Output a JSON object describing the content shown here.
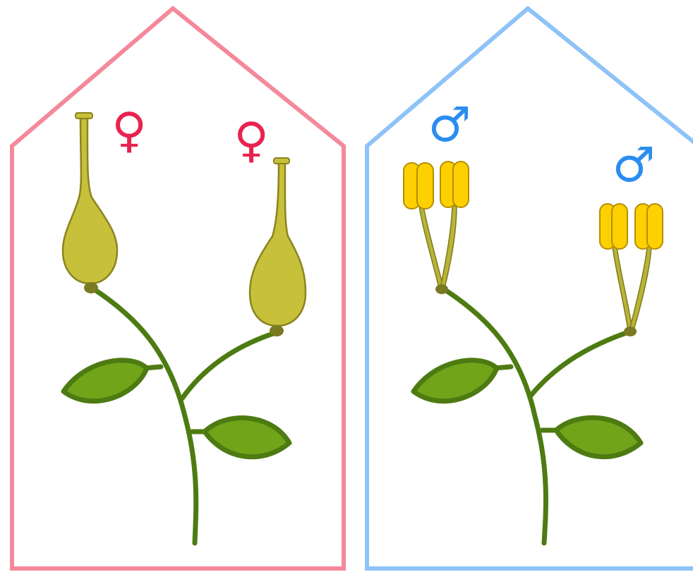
{
  "panels": [
    {
      "id": "female",
      "border_color": "#f4899a",
      "symbols": [
        "♀",
        "♀"
      ],
      "symbol_color": "#e8234f",
      "flower_parts": "pistil"
    },
    {
      "id": "male",
      "border_color": "#8ec3f8",
      "symbols": [
        "♂",
        "♂"
      ],
      "symbol_color": "#2a8df0",
      "flower_parts": "stamen"
    }
  ],
  "colors": {
    "stem": "#4d7b12",
    "leaf_fill": "#72a41a",
    "leaf_stroke": "#4d7b12",
    "pistil_fill": "#c7c03a",
    "pistil_stroke": "#8c8420",
    "anther_fill": "#ffd000",
    "anther_stroke": "#b48f00",
    "filament_fill": "#b9b438",
    "filament_stroke": "#7d7a1e",
    "receptacle": "#7a7a24"
  }
}
